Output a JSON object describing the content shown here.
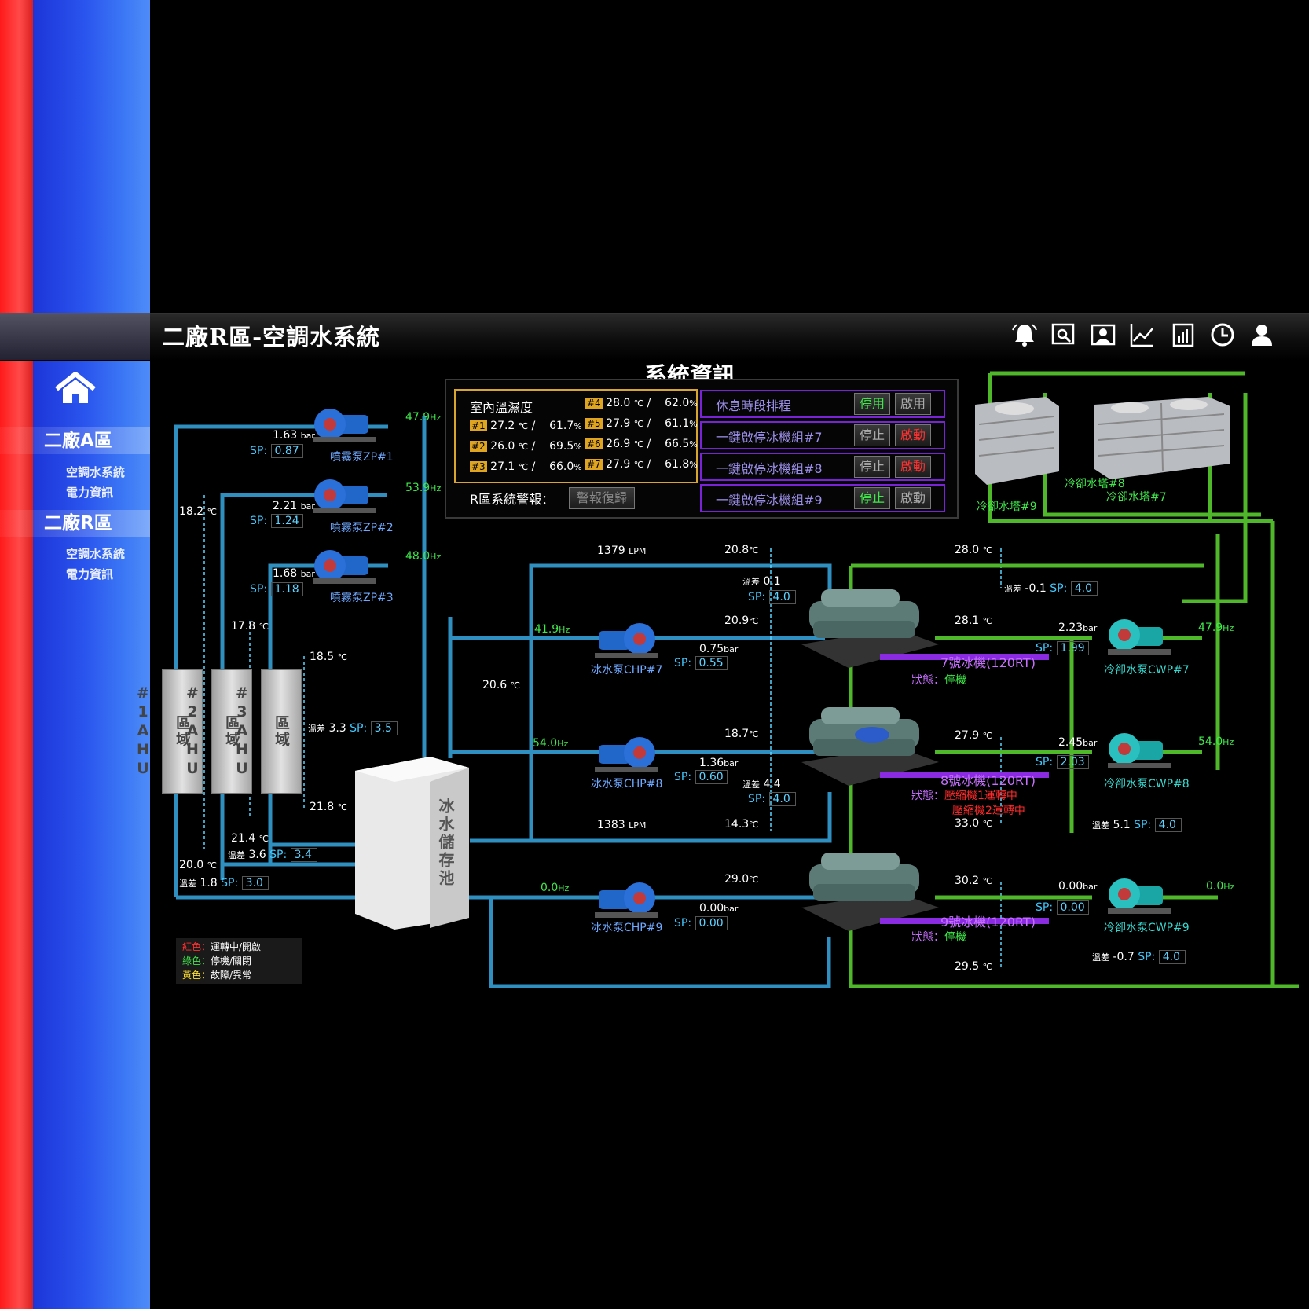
{
  "header": {
    "title": "二廠R區-空調水系統"
  },
  "nav": {
    "home": "⌂",
    "sections": [
      {
        "title": "二廠A區",
        "items": [
          "空調水系統",
          "電力資訊"
        ]
      },
      {
        "title": "二廠R區",
        "items": [
          "空調水系統",
          "電力資訊"
        ]
      }
    ]
  },
  "toolbar_icons": [
    "alarm-bell-icon",
    "report-search-icon",
    "personnel-icon",
    "trend-chart-icon",
    "report-stats-icon",
    "clock-icon",
    "user-icon"
  ],
  "info": {
    "title": "系統資訊",
    "temp_label": "室內溫濕度",
    "rows": [
      {
        "tag": "#1",
        "t": "27.2",
        "h": "61.7"
      },
      {
        "tag": "#2",
        "t": "26.0",
        "h": "69.5"
      },
      {
        "tag": "#3",
        "t": "27.1",
        "h": "66.0"
      },
      {
        "tag": "#4",
        "t": "28.0",
        "h": "62.0"
      },
      {
        "tag": "#5",
        "t": "27.9",
        "h": "61.1"
      },
      {
        "tag": "#6",
        "t": "26.9",
        "h": "66.5"
      },
      {
        "tag": "#7",
        "t": "27.9",
        "h": "61.8"
      }
    ],
    "alarm_label": "R區系統警報：",
    "alarm_btn": "警報復歸",
    "controls": [
      {
        "label": "休息時段排程",
        "b1": "停用",
        "b2": "啟用",
        "b1c": "#3fe84a",
        "b2c": "#aaaaaa"
      },
      {
        "label": "一鍵啟停冰機組#7",
        "b1": "停止",
        "b2": "啟動",
        "b1c": "#aaaaaa",
        "b2c": "#ff3030"
      },
      {
        "label": "一鍵啟停冰機組#8",
        "b1": "停止",
        "b2": "啟動",
        "b1c": "#aaaaaa",
        "b2c": "#ff3030"
      },
      {
        "label": "一鍵啟停冰機組#9",
        "b1": "停止",
        "b2": "啟動",
        "b1c": "#3fe84a",
        "b2c": "#aaaaaa"
      }
    ]
  },
  "units": {
    "degc": "℃",
    "pct": "%",
    "bar": "bar",
    "hz": "Hz",
    "lpm": "LPM",
    "sp": "SP:",
    "diff": "溫差"
  },
  "zp": [
    {
      "name": "噴霧泵ZP#1",
      "hz": "47.9",
      "bar": "1.63",
      "sp": "0.87"
    },
    {
      "name": "噴霧泵ZP#2",
      "hz": "53.9",
      "bar": "2.21",
      "sp": "1.24"
    },
    {
      "name": "噴霧泵ZP#3",
      "hz": "48.0",
      "bar": "1.68",
      "sp": "1.18"
    }
  ],
  "ahu": [
    "區域#1AHU",
    "區域#2AHU",
    "區域#3AHU"
  ],
  "ahu_vals": {
    "t1": "18.2",
    "t2": "17.8",
    "t3": "18.5",
    "t4": "21.8",
    "t5": "21.4",
    "t6": "20.0",
    "d3": "3.3",
    "sp3": "3.5",
    "d2": "3.6",
    "sp2": "3.4",
    "d1": "1.8",
    "sp1": "3.0",
    "tank_temp": "20.6"
  },
  "tank": "冰水儲存池",
  "chp": [
    {
      "name": "冰水泵CHP#7",
      "hz": "41.9",
      "bar": "0.75",
      "sp": "0.55"
    },
    {
      "name": "冰水泵CHP#8",
      "hz": "54.0",
      "bar": "1.36",
      "sp": "0.60"
    },
    {
      "name": "冰水泵CHP#9",
      "hz": "0.0",
      "bar": "0.00",
      "sp": "0.00"
    }
  ],
  "flow": {
    "f1": "1379",
    "f2": "1383"
  },
  "chiller": [
    {
      "name": "7號冰機(120RT)",
      "status": "停機",
      "status_color": "#3fe84a"
    },
    {
      "name": "8號冰機(120RT)",
      "status": "壓縮機1運轉中",
      "status2": "壓縮機2運轉中",
      "status_color": "#ff2a2a"
    },
    {
      "name": "9號冰機(120RT)",
      "status": "停機",
      "status_color": "#3fe84a"
    }
  ],
  "status_label": "狀態：",
  "chw": {
    "c7_in": "20.8",
    "c7_out": "20.9",
    "c7_d": "0.1",
    "c7_sp": "4.0",
    "c8_in": "18.7",
    "c8_out": "14.3",
    "c8_d": "4.4",
    "c8_sp": "4.0",
    "c9_in": "29.0"
  },
  "cw": {
    "t7a": "28.0",
    "t7b": "28.1",
    "d7": "-0.1",
    "sp7": "4.0",
    "t8a": "27.9",
    "t8b": "33.0",
    "d8": "5.1",
    "sp8": "4.0",
    "t9a": "30.2",
    "t9b": "29.5",
    "d9": "-0.7",
    "sp9": "4.0"
  },
  "cwp": [
    {
      "name": "冷卻水泵CWP#7",
      "hz": "47.9",
      "bar": "2.23",
      "sp": "1.99"
    },
    {
      "name": "冷卻水泵CWP#8",
      "hz": "54.0",
      "bar": "2.45",
      "sp": "2.03"
    },
    {
      "name": "冷卻水泵CWP#9",
      "hz": "0.0",
      "bar": "0.00",
      "sp": "0.00"
    }
  ],
  "towers": [
    "冷卻水塔#9",
    "冷卻水塔#8",
    "冷卻水塔#7"
  ],
  "legend": [
    {
      "c": "紅色：",
      "t": "運轉中/開啟",
      "color": "#ff3030"
    },
    {
      "c": "綠色：",
      "t": "停機/關閉",
      "color": "#3fe84a"
    },
    {
      "c": "黃色：",
      "t": "故障/異常",
      "color": "#ffe030"
    }
  ],
  "colors": {
    "chilled_pipe": "#2e8fc0",
    "cooling_pipe": "#4fb82a",
    "accent_blue": "#2a55ee"
  }
}
